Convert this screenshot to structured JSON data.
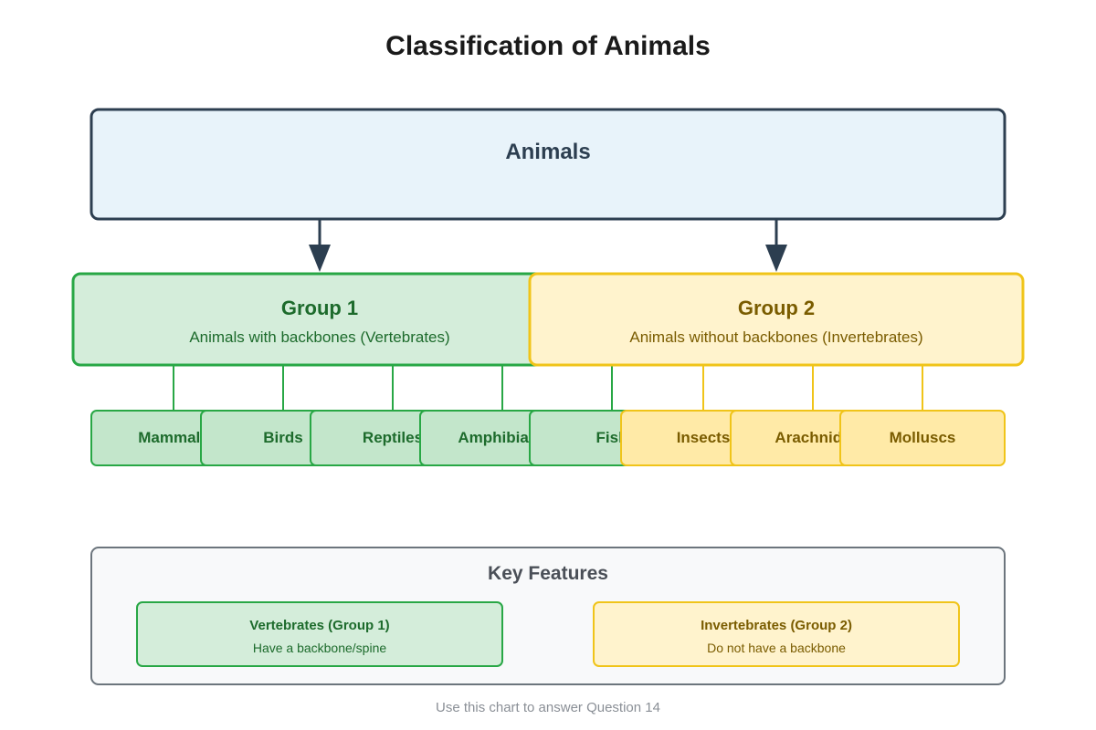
{
  "title": "Classification of Animals",
  "root": {
    "label": "Animals"
  },
  "group1": {
    "title": "Group 1",
    "subtitle": "Animals with backbones (Vertebrates)",
    "members": [
      "Mammals",
      "Birds",
      "Reptiles",
      "Amphibians",
      "Fish"
    ]
  },
  "group2": {
    "title": "Group 2",
    "subtitle": "Animals without backbones (Invertebrates)",
    "members": [
      "Insects",
      "Arachnids",
      "Molluscs"
    ]
  },
  "key": {
    "title": "Key Features",
    "vertebrates": {
      "heading": "Vertebrates (Group 1)",
      "description": "Have a backbone/spine"
    },
    "invertebrates": {
      "heading": "Invertebrates (Group 2)",
      "description": "Do not have a backbone"
    }
  },
  "footer": "Use this chart to answer Question 14",
  "colors": {
    "root_fill": "#e8f3fa",
    "root_stroke": "#2c3e50",
    "green_fill": "#d4edda",
    "green_leaf_fill": "#c3e6cb",
    "green_stroke": "#28a745",
    "green_text": "#1d6b2c",
    "yellow_fill": "#fff3cd",
    "yellow_leaf_fill": "#ffeaa7",
    "yellow_stroke": "#f0c419",
    "yellow_text": "#7a5c00",
    "key_fill": "#f8f9fa",
    "key_stroke": "#6c757d"
  }
}
